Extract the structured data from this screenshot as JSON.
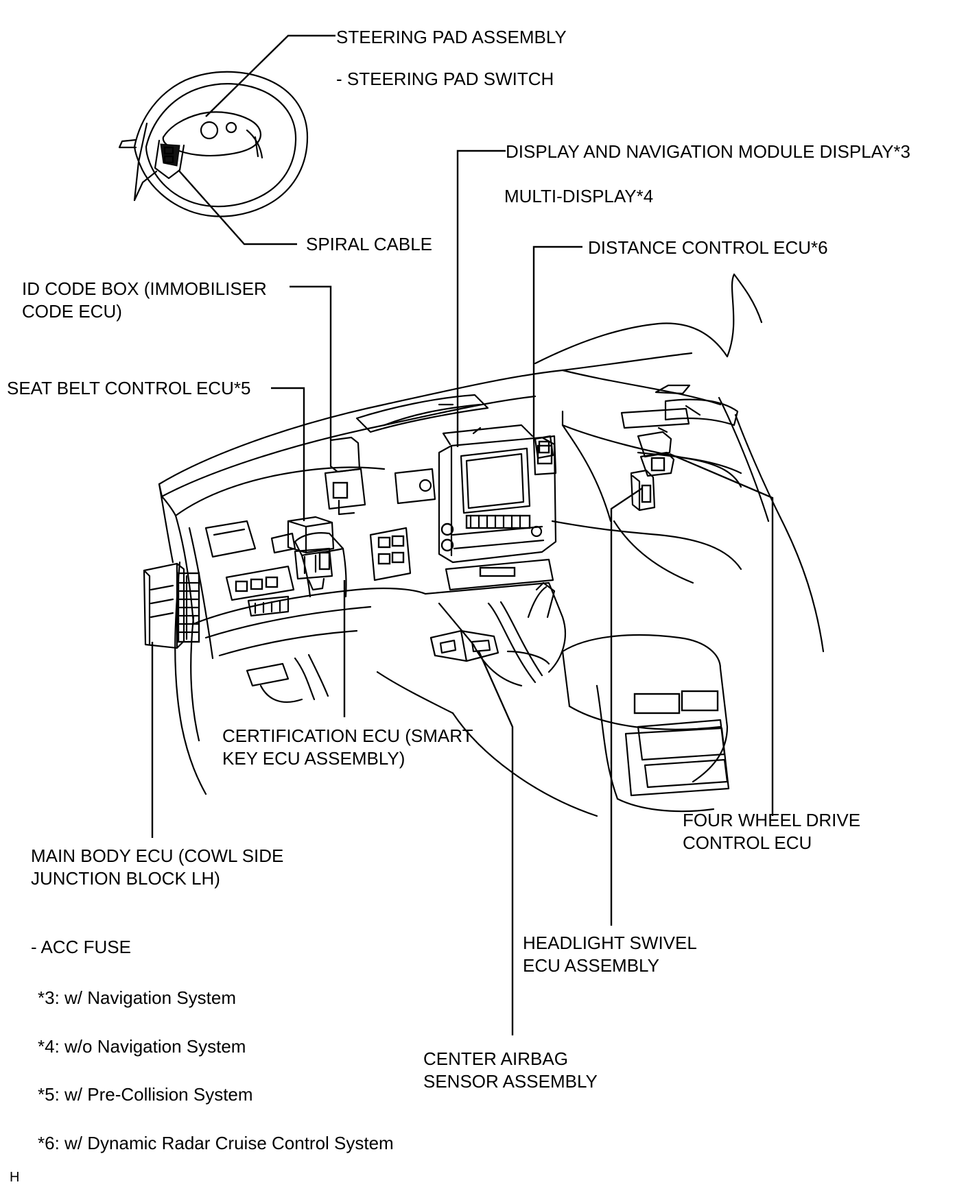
{
  "labels": {
    "steering_pad_assembly": "STEERING PAD ASSEMBLY",
    "steering_pad_switch": "- STEERING PAD SWITCH",
    "display_navigation": "DISPLAY AND NAVIGATION MODULE DISPLAY*3",
    "multi_display": "MULTI-DISPLAY*4",
    "spiral_cable": "SPIRAL CABLE",
    "distance_control_ecu": "DISTANCE CONTROL ECU*6",
    "id_code_box_line1": "ID CODE BOX (IMMOBILISER",
    "id_code_box_line2": "CODE ECU)",
    "seat_belt_control_ecu": "SEAT BELT CONTROL ECU*5",
    "certification_ecu_line1": "CERTIFICATION ECU (SMART",
    "certification_ecu_line2": "KEY ECU ASSEMBLY)",
    "four_wheel_drive_line1": "FOUR WHEEL DRIVE",
    "four_wheel_drive_line2": "CONTROL ECU",
    "main_body_ecu_line1": "MAIN BODY ECU (COWL SIDE",
    "main_body_ecu_line2": "JUNCTION BLOCK LH)",
    "acc_fuse": "- ACC FUSE",
    "headlight_swivel_line1": "HEADLIGHT SWIVEL",
    "headlight_swivel_line2": "ECU ASSEMBLY",
    "center_airbag_line1": "CENTER AIRBAG",
    "center_airbag_line2": "SENSOR ASSEMBLY"
  },
  "notes": [
    "*3: w/ Navigation System",
    "*4: w/o Navigation System",
    "*5: w/ Pre-Collision System",
    "*6: w/ Dynamic Radar Cruise Control System"
  ],
  "corner_mark": "H"
}
